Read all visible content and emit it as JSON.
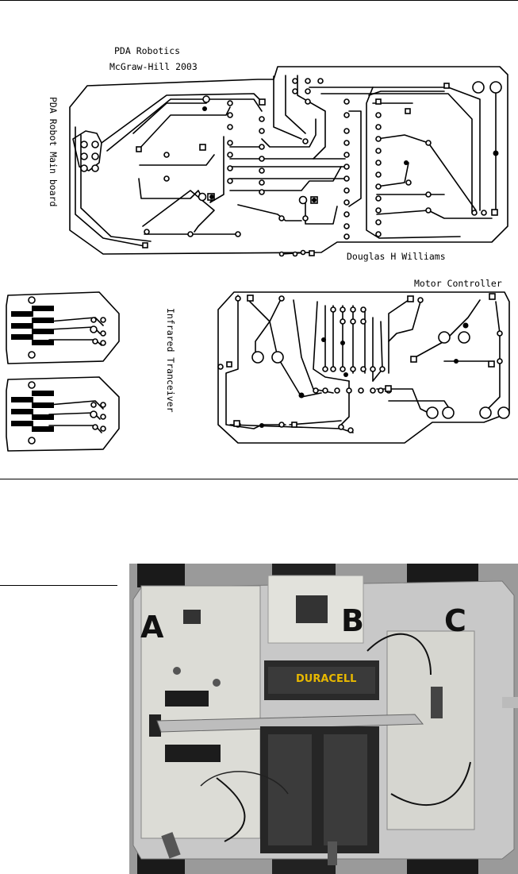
{
  "figure_pcb": {
    "main_board": {
      "title_line1": "PDA Robotics",
      "title_line2": "McGraw-Hill 2003",
      "side_label": "PDA Robot Main board",
      "author": "Douglas H Williams"
    },
    "infrared_label": "Infrared Tranceiver",
    "motor_label": "Motor Controller"
  },
  "photo": {
    "label_a": "A",
    "label_b": "B",
    "label_c": "C",
    "battery_brand": "DURACELL"
  }
}
